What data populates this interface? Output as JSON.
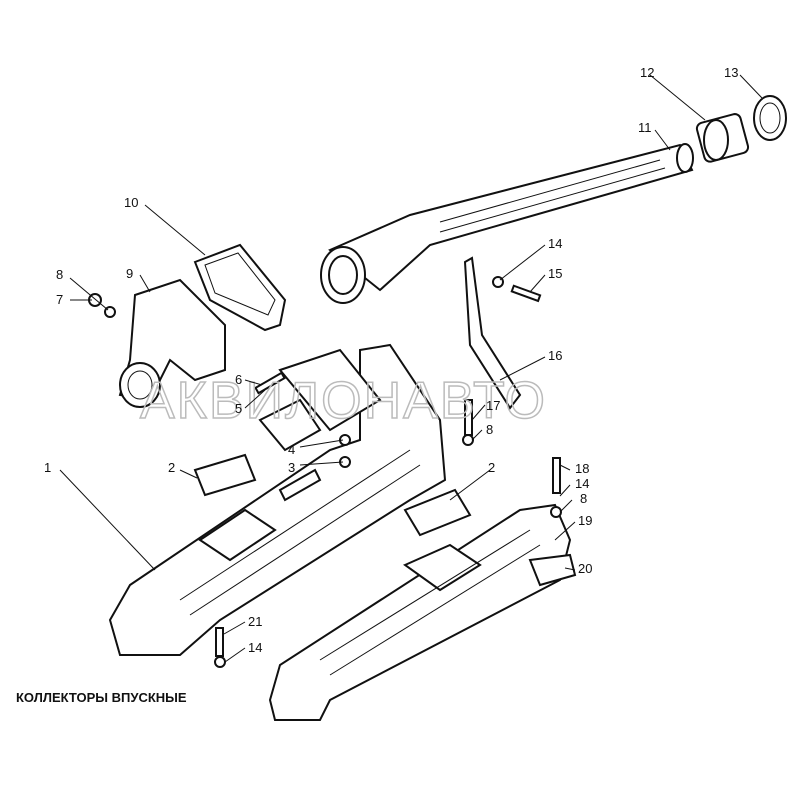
{
  "caption": "КОЛЛЕКТОРЫ ВПУСКНЫЕ",
  "watermark": "АКВИЛОНАВТО",
  "callouts": [
    {
      "id": "1",
      "text": "1"
    },
    {
      "id": "2a",
      "text": "2"
    },
    {
      "id": "2b",
      "text": "2"
    },
    {
      "id": "3",
      "text": "3"
    },
    {
      "id": "4",
      "text": "4"
    },
    {
      "id": "5",
      "text": "5"
    },
    {
      "id": "6",
      "text": "6"
    },
    {
      "id": "7",
      "text": "7"
    },
    {
      "id": "8a",
      "text": "8"
    },
    {
      "id": "8b",
      "text": "8"
    },
    {
      "id": "8c",
      "text": "8"
    },
    {
      "id": "9",
      "text": "9"
    },
    {
      "id": "10",
      "text": "10"
    },
    {
      "id": "11",
      "text": "11"
    },
    {
      "id": "12",
      "text": "12"
    },
    {
      "id": "13",
      "text": "13"
    },
    {
      "id": "14a",
      "text": "14"
    },
    {
      "id": "14b",
      "text": "14"
    },
    {
      "id": "14c",
      "text": "14"
    },
    {
      "id": "15",
      "text": "15"
    },
    {
      "id": "16",
      "text": "16"
    },
    {
      "id": "17",
      "text": "17"
    },
    {
      "id": "18",
      "text": "18"
    },
    {
      "id": "19",
      "text": "19"
    },
    {
      "id": "20",
      "text": "20"
    },
    {
      "id": "21",
      "text": "21"
    }
  ]
}
